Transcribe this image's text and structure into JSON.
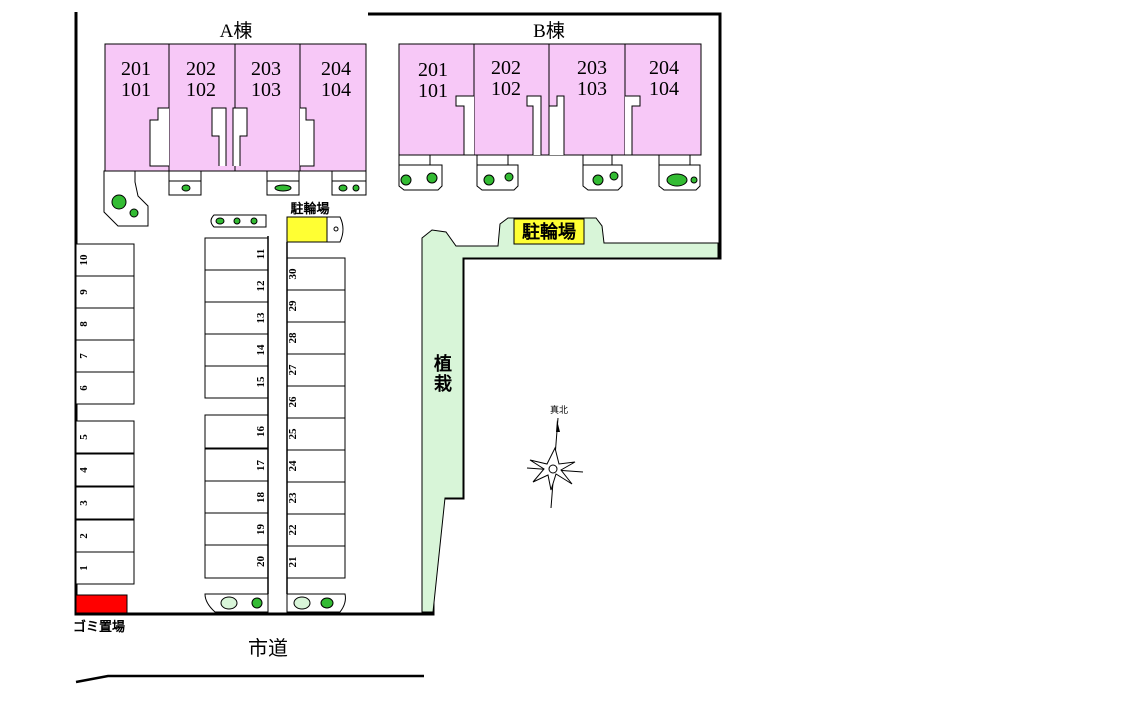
{
  "buildings": {
    "a": {
      "label": "A棟",
      "units": [
        {
          "upper": "201",
          "lower": "101"
        },
        {
          "upper": "202",
          "lower": "102"
        },
        {
          "upper": "203",
          "lower": "103"
        },
        {
          "upper": "204",
          "lower": "104"
        }
      ]
    },
    "b": {
      "label": "B棟",
      "units": [
        {
          "upper": "201",
          "lower": "101"
        },
        {
          "upper": "202",
          "lower": "102"
        },
        {
          "upper": "203",
          "lower": "103"
        },
        {
          "upper": "204",
          "lower": "104"
        }
      ]
    }
  },
  "parking": {
    "west": [
      "10",
      "9",
      "8",
      "7",
      "6",
      "5",
      "4",
      "3",
      "2",
      "1"
    ],
    "middle_left": [
      "11",
      "12",
      "13",
      "14",
      "15",
      "16",
      "17",
      "18",
      "19",
      "20"
    ],
    "middle_right": [
      "30",
      "29",
      "28",
      "27",
      "26",
      "25",
      "24",
      "23",
      "22",
      "21"
    ]
  },
  "labels": {
    "bike_parking_a": "駐輪場",
    "bike_parking_b": "駐輪場",
    "planting_1": "植",
    "planting_2": "栽",
    "garbage": "ゴミ置場",
    "road": "市道",
    "north": "真北"
  },
  "colors": {
    "unit_fill": "#f7c8f7",
    "green_strip": "#d8f5d8",
    "bike_fill": "#ffff33",
    "garbage_fill": "#ff0000",
    "shrub_fill": "#33bb33"
  }
}
